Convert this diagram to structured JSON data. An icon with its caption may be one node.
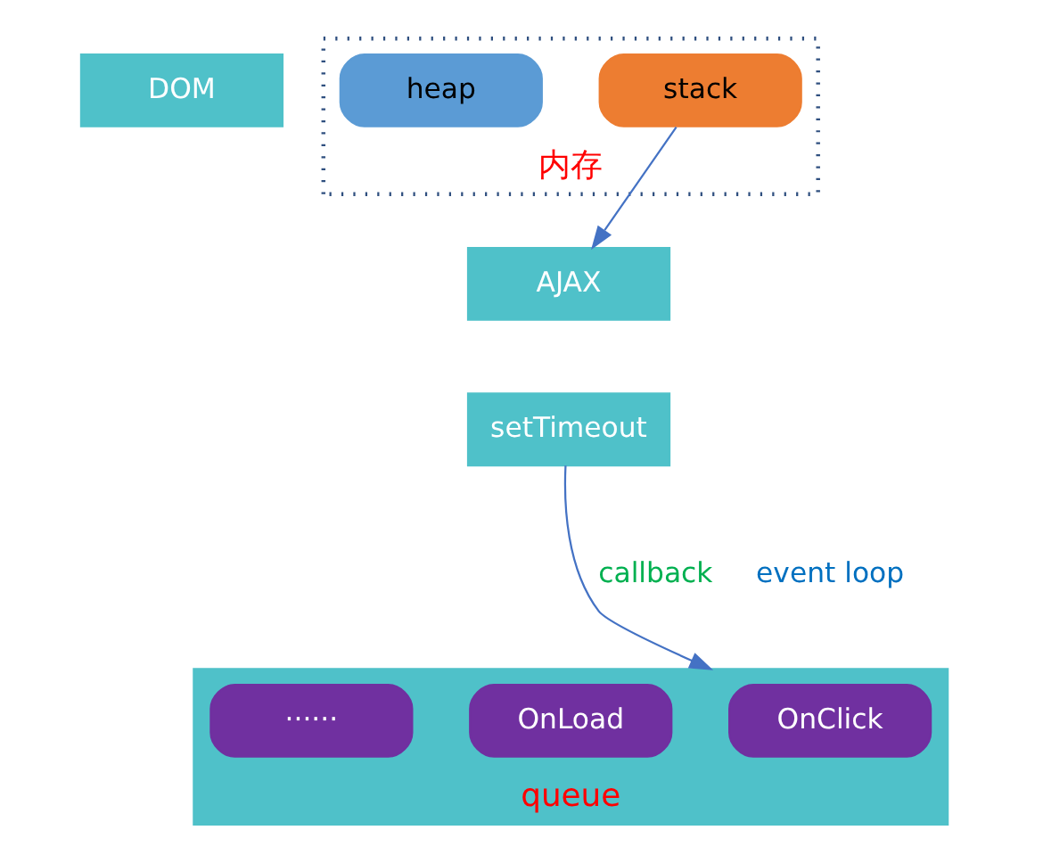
{
  "diagram": {
    "nodes": [
      {
        "text": [
          "DOM"
        ]
      },
      {
        "text": [
          "AJAX"
        ]
      },
      {
        "text": [
          "setTimeout"
        ]
      },
      {
        "text": [
          "内存"
        ]
      },
      {
        "text": [
          "stack"
        ],
        "in": 3
      },
      {
        "text": [
          "heap"
        ],
        "in": 3
      },
      {
        "text": [
          "queue"
        ]
      },
      {
        "text": [
          "OnClick"
        ],
        "in": 6
      },
      {
        "text": [
          "OnLoad"
        ],
        "in": 6
      },
      {
        "text": [
          "······"
        ],
        "in": 6
      }
    ],
    "edges": [
      {
        "from": 4,
        "to": 1,
        "arrow": "to"
      },
      {
        "from": 2,
        "to": 6,
        "arrow": "to",
        "label": "callback"
      }
    ],
    "labels": [
      "event loop"
    ]
  }
}
